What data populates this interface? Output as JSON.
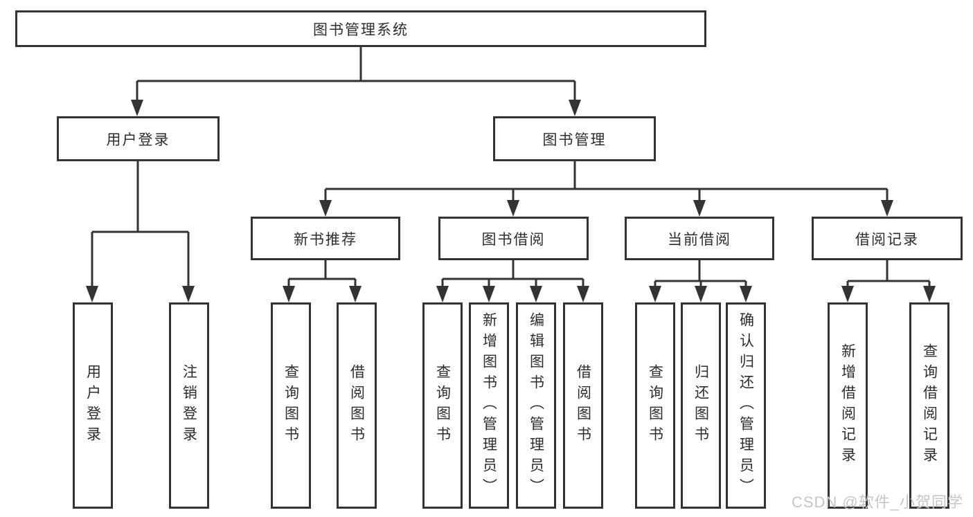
{
  "diagram_title": "图书管理系统",
  "colors": {
    "line": "#333333",
    "box_border": "#333333",
    "text": "#2d2d2d",
    "background": "#ffffff",
    "watermark": "#c6c6c6"
  },
  "watermark": {
    "text": "CSDN @软件_小贺同学"
  },
  "tree": {
    "label": "图书管理系统",
    "children": [
      {
        "label": "用户登录",
        "children": [
          {
            "label": "用户登录"
          },
          {
            "label": "注销登录"
          }
        ]
      },
      {
        "label": "图书管理",
        "children": [
          {
            "label": "新书推荐",
            "children": [
              {
                "label": "查询图书"
              },
              {
                "label": "借阅图书"
              }
            ]
          },
          {
            "label": "图书借阅",
            "children": [
              {
                "label": "查询图书"
              },
              {
                "label": "新增图书（管理员）"
              },
              {
                "label": "编辑图书（管理员）"
              },
              {
                "label": "借阅图书"
              }
            ]
          },
          {
            "label": "当前借阅",
            "children": [
              {
                "label": "查询图书"
              },
              {
                "label": "归还图书"
              },
              {
                "label": "确认归还（管理员）"
              }
            ]
          },
          {
            "label": "借阅记录",
            "children": [
              {
                "label": "新增借阅记录"
              },
              {
                "label": "查询借阅记录"
              }
            ]
          }
        ]
      }
    ]
  }
}
